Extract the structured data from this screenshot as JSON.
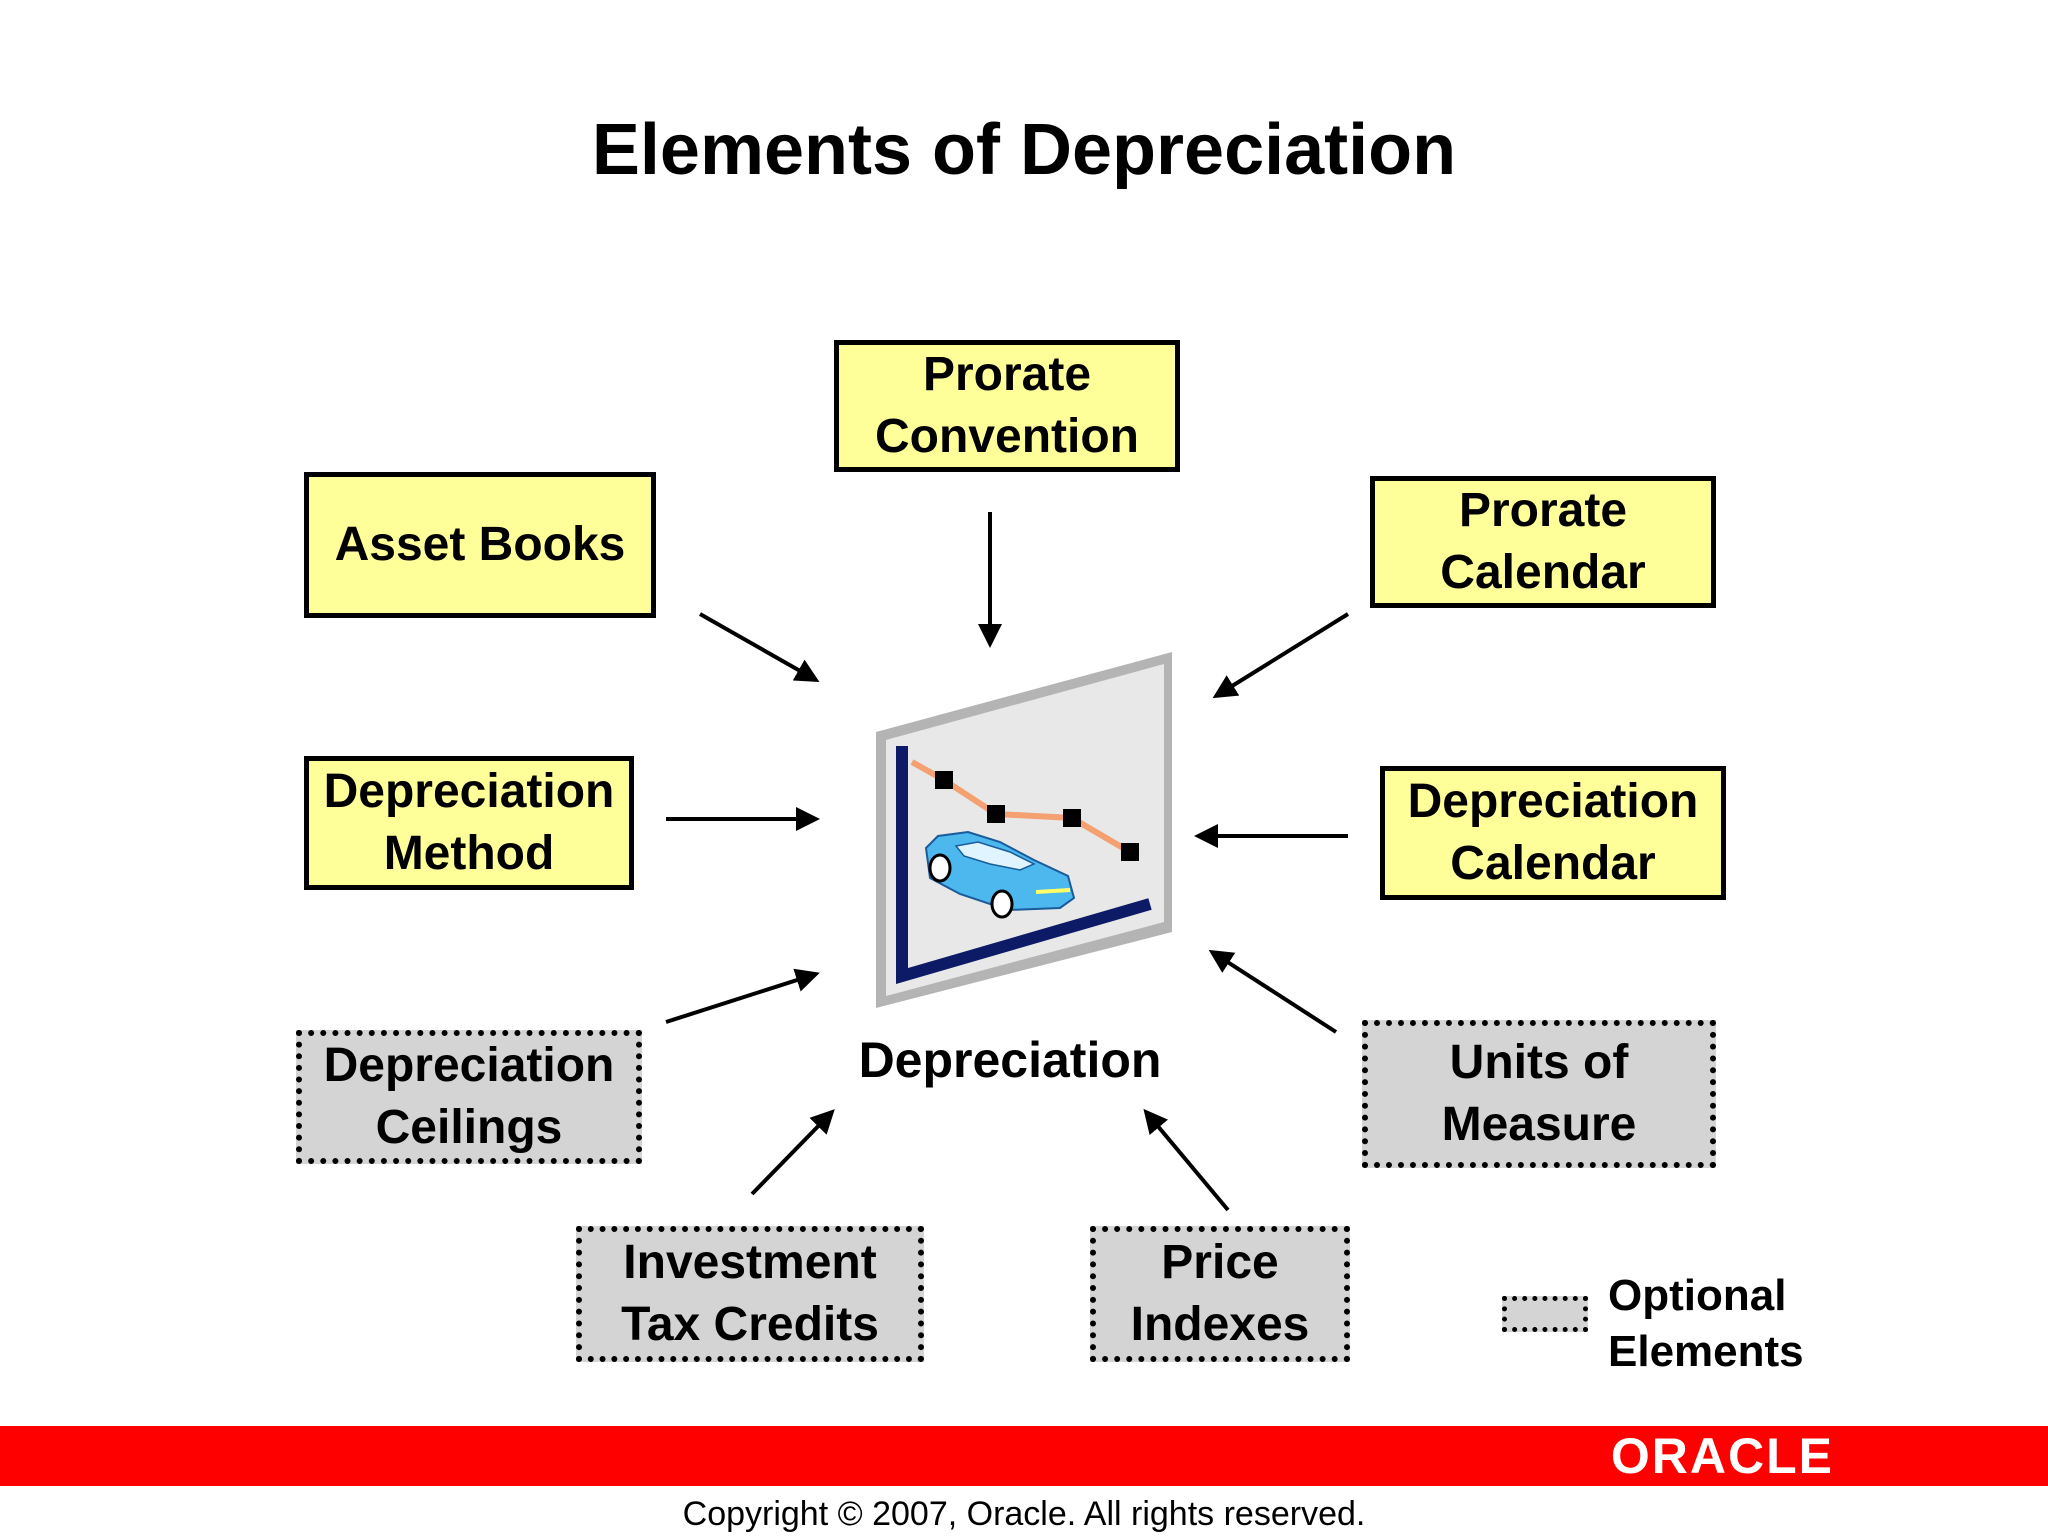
{
  "title": "Elements of Depreciation",
  "center": {
    "label": "Depreciation"
  },
  "elements": {
    "prorate_convention": {
      "label": "Prorate\nConvention",
      "type": "required"
    },
    "asset_books": {
      "label": "Asset Books",
      "type": "required"
    },
    "prorate_calendar": {
      "label": "Prorate\nCalendar",
      "type": "required"
    },
    "depreciation_method": {
      "label": "Depreciation\nMethod",
      "type": "required"
    },
    "depreciation_calendar": {
      "label": "Depreciation\nCalendar",
      "type": "required"
    },
    "depreciation_ceilings": {
      "label": "Depreciation\nCeilings",
      "type": "optional"
    },
    "units_of_measure": {
      "label": "Units of\nMeasure",
      "type": "optional"
    },
    "investment_tax_credits": {
      "label": "Investment\nTax Credits",
      "type": "optional"
    },
    "price_indexes": {
      "label": "Price\nIndexes",
      "type": "optional"
    }
  },
  "legend": {
    "label": "Optional\nElements"
  },
  "footer": {
    "logo": "ORACLE",
    "copyright": "Copyright © 2007, Oracle. All rights reserved."
  },
  "colors": {
    "required_fill": "#ffff99",
    "optional_fill": "#d4d4d4",
    "footer_bar": "#ff0000",
    "car": "#4db8ee",
    "trend_line": "#f4a070",
    "axis": "#0d1a66"
  }
}
